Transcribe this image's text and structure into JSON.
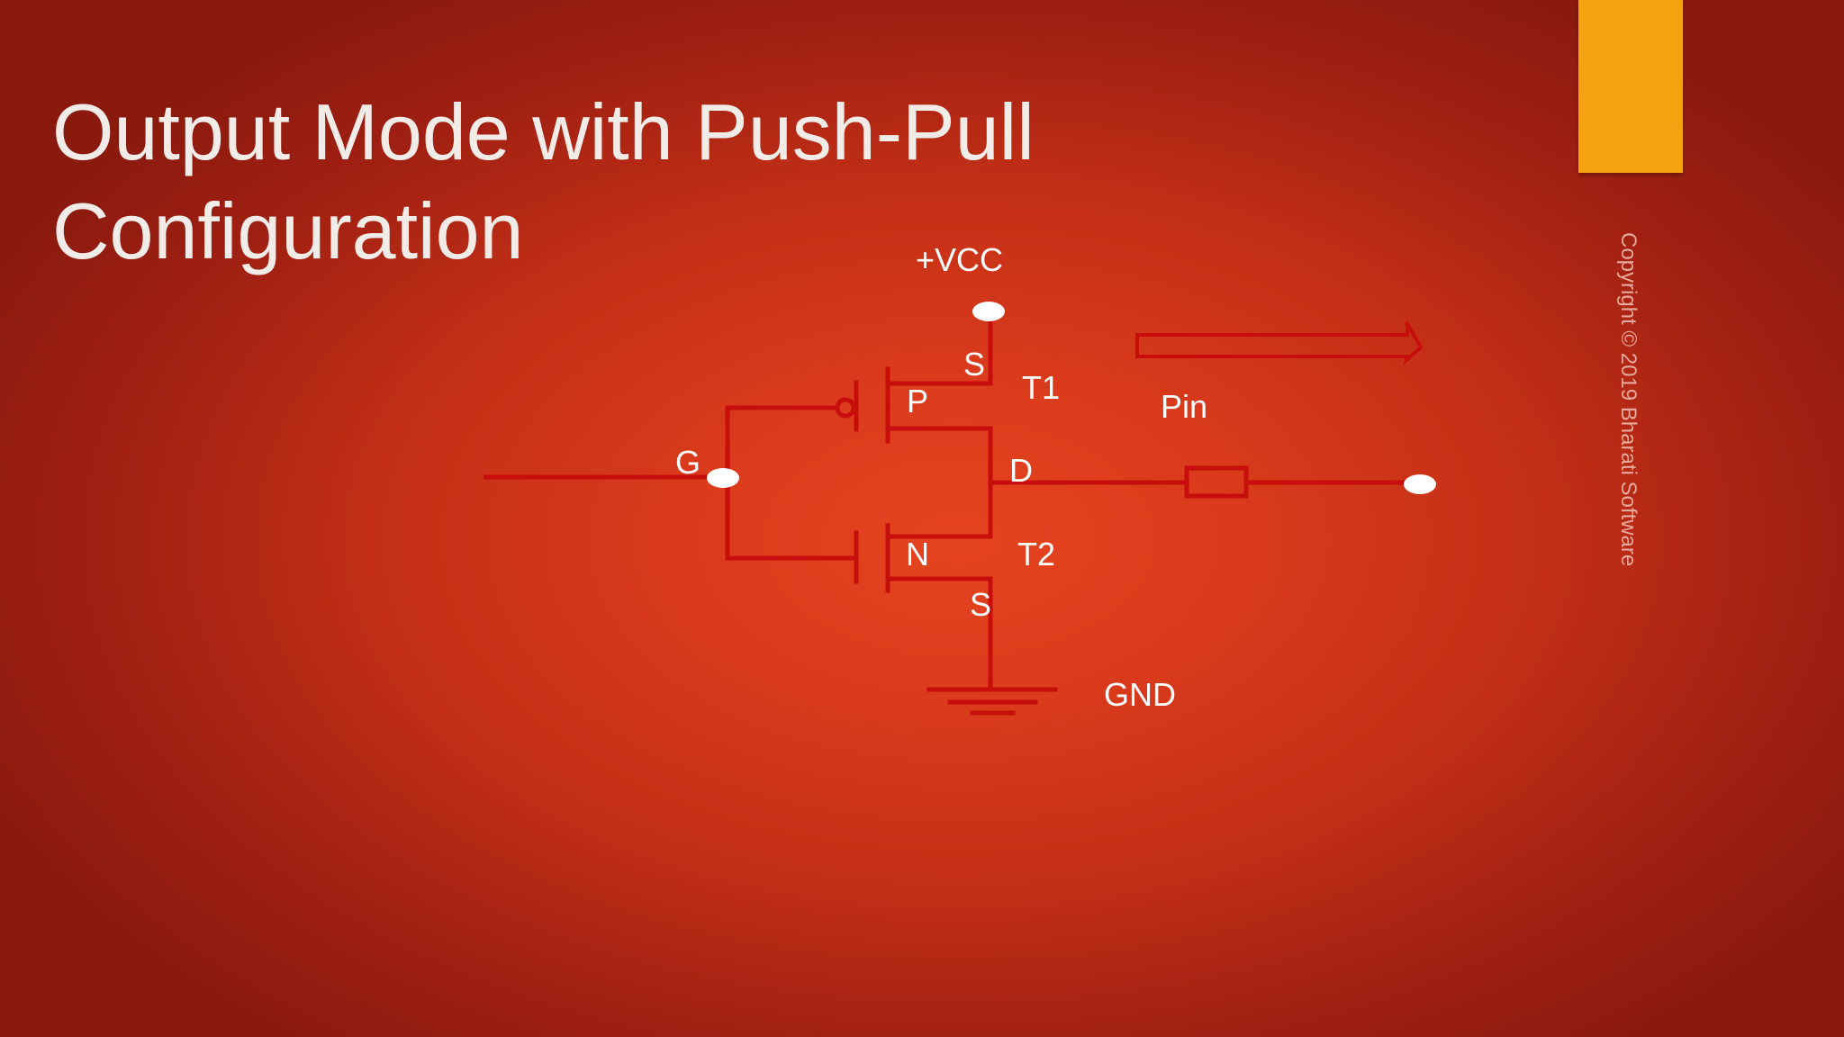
{
  "title": {
    "line1": "Output Mode with Push-Pull",
    "line2": "Configuration"
  },
  "copyright": "Copyright © 2019 Bharati Software",
  "colors": {
    "accent": "#f4a20f",
    "wire": "#c80d0d",
    "text": "#ffffff"
  },
  "diagram": {
    "vcc": "+VCC",
    "gate": "G",
    "t1": {
      "name": "T1",
      "type": "P",
      "terminal": "S"
    },
    "t2": {
      "name": "T2",
      "type": "N",
      "terminal": "S"
    },
    "drain": "D",
    "pin": "Pin",
    "gnd": "GND"
  }
}
